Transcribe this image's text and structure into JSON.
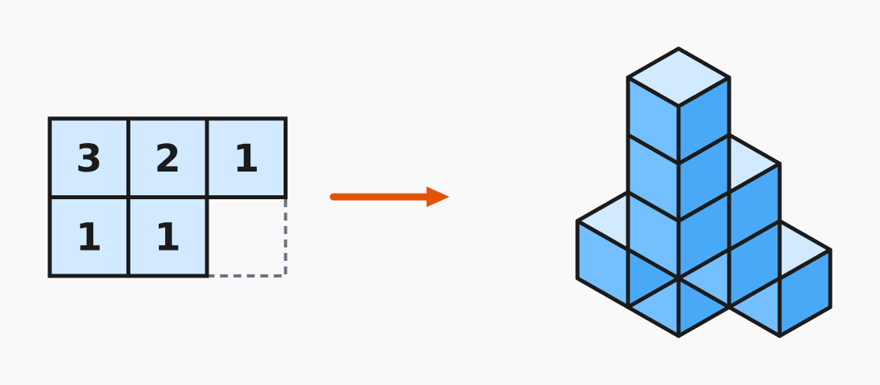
{
  "grid": {
    "rows": [
      [
        {
          "value": "3"
        },
        {
          "value": "2"
        },
        {
          "value": "1"
        }
      ],
      [
        {
          "value": "1"
        },
        {
          "value": "1"
        },
        {
          "value": ""
        }
      ]
    ]
  },
  "colors": {
    "background": "#f9f9f9",
    "cell_fill": "#d1eaff",
    "stroke": "#1b1b1b",
    "empty_cell_stroke": "#6b7280",
    "arrow": "#e65100",
    "cube_top": "#d1eaff",
    "cube_left": "#74bfff",
    "cube_right": "#4aa9f7"
  },
  "icons": {
    "arrow": "arrow-right-icon",
    "cube": "isometric-cube-icon"
  }
}
